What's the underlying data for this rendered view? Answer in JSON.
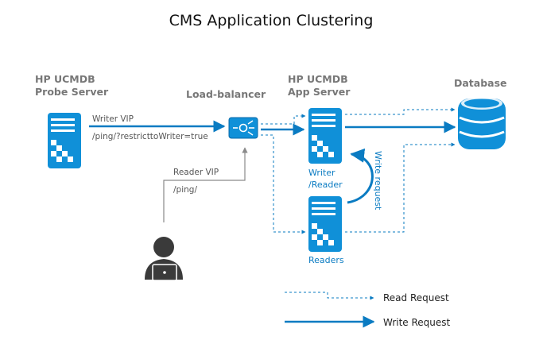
{
  "title": "CMS Application Clustering",
  "nodes": {
    "probe_server": {
      "line1": "HP UCMDB",
      "line2": "Probe Server"
    },
    "load_balancer": {
      "label": "Load-balancer"
    },
    "app_server": {
      "line1": "HP UCMDB",
      "line2": "App Server"
    },
    "database": {
      "label": "Database"
    },
    "writer_reader": {
      "line1": "Writer",
      "line2": "/Reader"
    },
    "readers": {
      "label": "Readers"
    }
  },
  "edges": {
    "writer_vip": "Writer VIP",
    "writer_vip_path": "/ping/?restricttoWriter=true",
    "reader_vip": "Reader VIP",
    "reader_vip_path": "/ping/",
    "write_request_vertical": "Write request"
  },
  "legend": {
    "read_request": "Read Request",
    "write_request": "Write Request"
  },
  "colors": {
    "accent": "#0a7bc2",
    "server_fill": "#1090d8",
    "gray_text": "#777777",
    "user_icon": "#3a3a3a"
  }
}
